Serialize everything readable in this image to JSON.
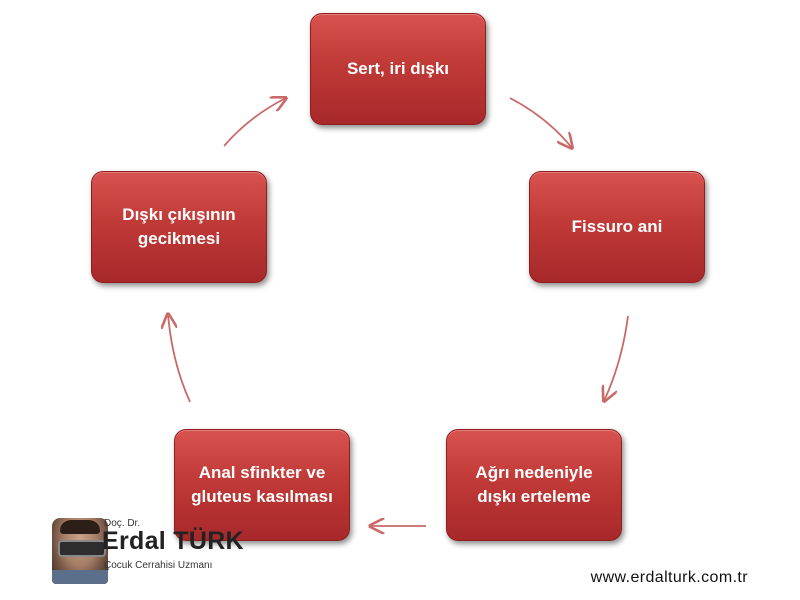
{
  "diagram": {
    "nodes": [
      {
        "id": "n0",
        "label": "Sert, iri dışkı"
      },
      {
        "id": "n1",
        "label": "Fissuro ani"
      },
      {
        "id": "n2",
        "label": "Ağrı nedeniyle dışkı erteleme"
      },
      {
        "id": "n3",
        "label": "Anal sfinkter ve gluteus kasılması"
      },
      {
        "id": "n4",
        "label": "Dışkı çıkışının gecikmesi"
      }
    ],
    "edges": [
      {
        "from": "n0",
        "to": "n1"
      },
      {
        "from": "n1",
        "to": "n2"
      },
      {
        "from": "n2",
        "to": "n3"
      },
      {
        "from": "n3",
        "to": "n4"
      },
      {
        "from": "n4",
        "to": "n0"
      }
    ],
    "colors": {
      "node_fill": "#c0403d",
      "node_text": "#ffffff",
      "arrow": "#c96a68"
    }
  },
  "credit": {
    "title": "Doç. Dr.",
    "name": "Erdal TÜRK",
    "role": "Çocuk Cerrahisi Uzmanı",
    "avatar_icon": "doctor-photo"
  },
  "website": "www.erdalturk.com.tr"
}
